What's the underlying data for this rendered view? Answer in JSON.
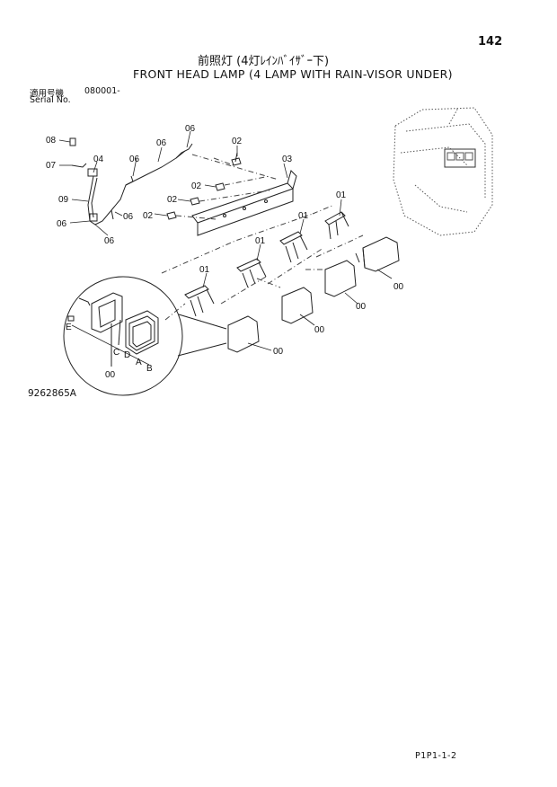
{
  "header": {
    "page_number": "142",
    "title_jp": "前照灯 (4灯ﾚｲﾝﾊﾞｲｻﾞｰ下)",
    "title_en": "FRONT HEAD LAMP (4 LAMP WITH RAIN-VISOR UNDER)",
    "serial_label_jp": "適用号機",
    "serial_range": "080001-",
    "serial_label_en": "Serial No."
  },
  "diagram": {
    "callouts": {
      "c00a": "00",
      "c00b": "00",
      "c00c": "00",
      "c00d": "00",
      "c00e": "00",
      "c01a": "01",
      "c01b": "01",
      "c01c": "01",
      "c01d": "01",
      "c02a": "02",
      "c02b": "02",
      "c02c": "02",
      "c03": "03",
      "c04": "04",
      "c06a": "06",
      "c06b": "06",
      "c06c": "06",
      "c06d": "06",
      "c06e": "06",
      "c07": "07",
      "c08": "08",
      "c09": "09",
      "cA": "A",
      "cB": "B",
      "cC": "C",
      "cD": "D",
      "cE": "E"
    }
  },
  "footer": {
    "figure_number": "9262865A",
    "page_code": "P1P1-1-2"
  }
}
